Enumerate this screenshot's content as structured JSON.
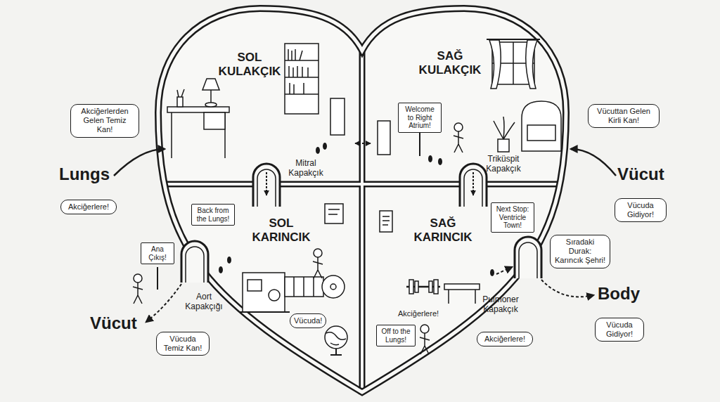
{
  "diagram": {
    "nodes": [
      {
        "text": [
          "Akciğerlerden Gelen Temiz Kan!"
        ]
      },
      {
        "text": [
          "SOL KULAKÇIK"
        ]
      },
      {
        "text": [
          "SAĞ KULAKÇIK"
        ]
      },
      {
        "text": [
          "Welcome to Right Atrium!"
        ],
        "in": 2
      },
      {
        "text": [
          "Vücuttan Gelen Kirli Kan!"
        ]
      },
      {
        "text": [
          "Akciğerlere!"
        ]
      },
      {
        "text": [
          "Vücuda Gidiyor!"
        ]
      },
      {
        "text": [
          "SOL KARINCIK"
        ]
      },
      {
        "text": [
          "Back from the Lungs!"
        ],
        "in": 7
      },
      {
        "text": [
          "SAĞ KARINCIK"
        ]
      },
      {
        "text": [
          "Next Stop: Ventricle Town!"
        ],
        "in": 9
      },
      {
        "text": [
          "Sıradaki Durak: Karıncık Şehri!"
        ]
      },
      {
        "text": [
          "Ana Çıkış!"
        ]
      },
      {
        "text": [
          "Vücuda!"
        ],
        "in": 7
      },
      {
        "text": [
          "Off to the Lungs!"
        ],
        "in": 9
      },
      {
        "text": [
          "Vücuda Gidiyor!"
        ]
      },
      {
        "text": [
          "Vücuda Temiz Kan!"
        ]
      },
      {
        "text": [
          "Akciğerlere!"
        ]
      }
    ],
    "edges": [
      {
        "from": 1,
        "to": 2,
        "arrow": "both"
      },
      {
        "from": 1,
        "to": 7,
        "arrow": "to"
      },
      {
        "from": 2,
        "to": 9,
        "arrow": "to"
      }
    ],
    "labels": [
      "Lungs",
      "Vücut",
      "Mitral Kapakçık",
      "Triküspit Kapakçık",
      "Body",
      "Aort Kapakçığı",
      "Vücut",
      "Akciğerlere!",
      "Pulmoner Kapakçık"
    ]
  }
}
